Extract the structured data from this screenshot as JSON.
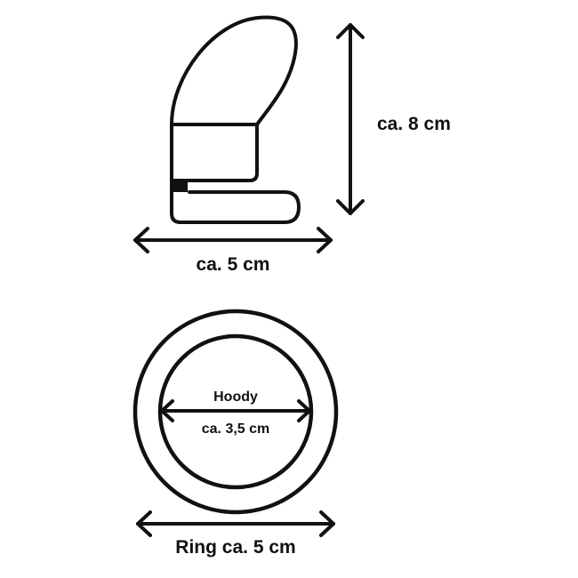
{
  "side_view": {
    "height_label": "ca. 8 cm",
    "width_label": "ca. 5 cm"
  },
  "ring_view": {
    "inner_title": "Hoody",
    "inner_label": "ca. 3,5 cm",
    "outer_label": "Ring ca. 5 cm"
  },
  "colors": {
    "line": "#111111",
    "background": "#ffffff"
  }
}
